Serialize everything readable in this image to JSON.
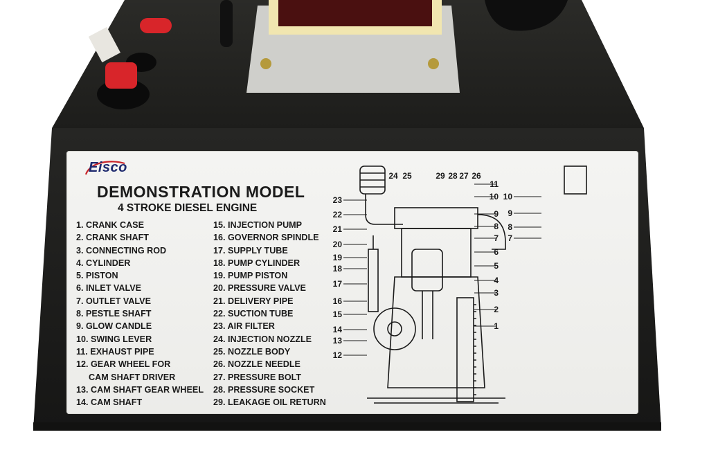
{
  "plate": {
    "brand": "Eisco",
    "title": "DEMONSTRATION MODEL",
    "subtitle": "4 STROKE DIESEL ENGINE",
    "parts_left": [
      "1. CRANK CASE",
      "2. CRANK SHAFT",
      "3. CONNECTING ROD",
      "4. CYLINDER",
      "5. PISTON",
      "6. INLET VALVE",
      "7. OUTLET VALVE",
      "8. PESTLE SHAFT",
      "9. GLOW CANDLE",
      "10. SWING LEVER",
      "11. EXHAUST PIPE",
      "12. GEAR WHEEL FOR",
      "CAM SHAFT DRIVER",
      "13. CAM SHAFT GEAR WHEEL",
      "14. CAM SHAFT"
    ],
    "parts_right": [
      "15. INJECTION PUMP",
      "16. GOVERNOR SPINDLE",
      "17. SUPPLY TUBE",
      "18. PUMP CYLINDER",
      "19. PUMP PISTON",
      "20. PRESSURE VALVE",
      "21. DELIVERY PIPE",
      "22. SUCTION TUBE",
      "23. AIR FILTER",
      "24. INJECTION NOZZLE",
      "25. NOZZLE BODY",
      "26. NOZZLE NEEDLE",
      "27. PRESSURE BOLT",
      "28. PRESSURE SOCKET",
      "29. LEAKAGE OIL RETURN"
    ],
    "callouts_left": [
      "23",
      "22",
      "21",
      "20",
      "19",
      "18",
      "17",
      "16",
      "15",
      "14",
      "13",
      "12"
    ],
    "callouts_top": [
      "24",
      "25",
      "29",
      "28",
      "27",
      "26"
    ],
    "callouts_right": [
      "11",
      "10",
      "9",
      "8",
      "7",
      "6",
      "5",
      "4",
      "3",
      "2",
      "1"
    ],
    "callouts_side": [
      "10",
      "9",
      "8",
      "7"
    ]
  },
  "colors": {
    "housing": "#1f1f1d",
    "plate": "#f1f1ef",
    "ink": "#1a1a1a",
    "brand": "#1e2a6e",
    "button_red": "#d8252a",
    "mount_plate": "#cfcfcb",
    "engine_block": "#f1e6b0"
  }
}
